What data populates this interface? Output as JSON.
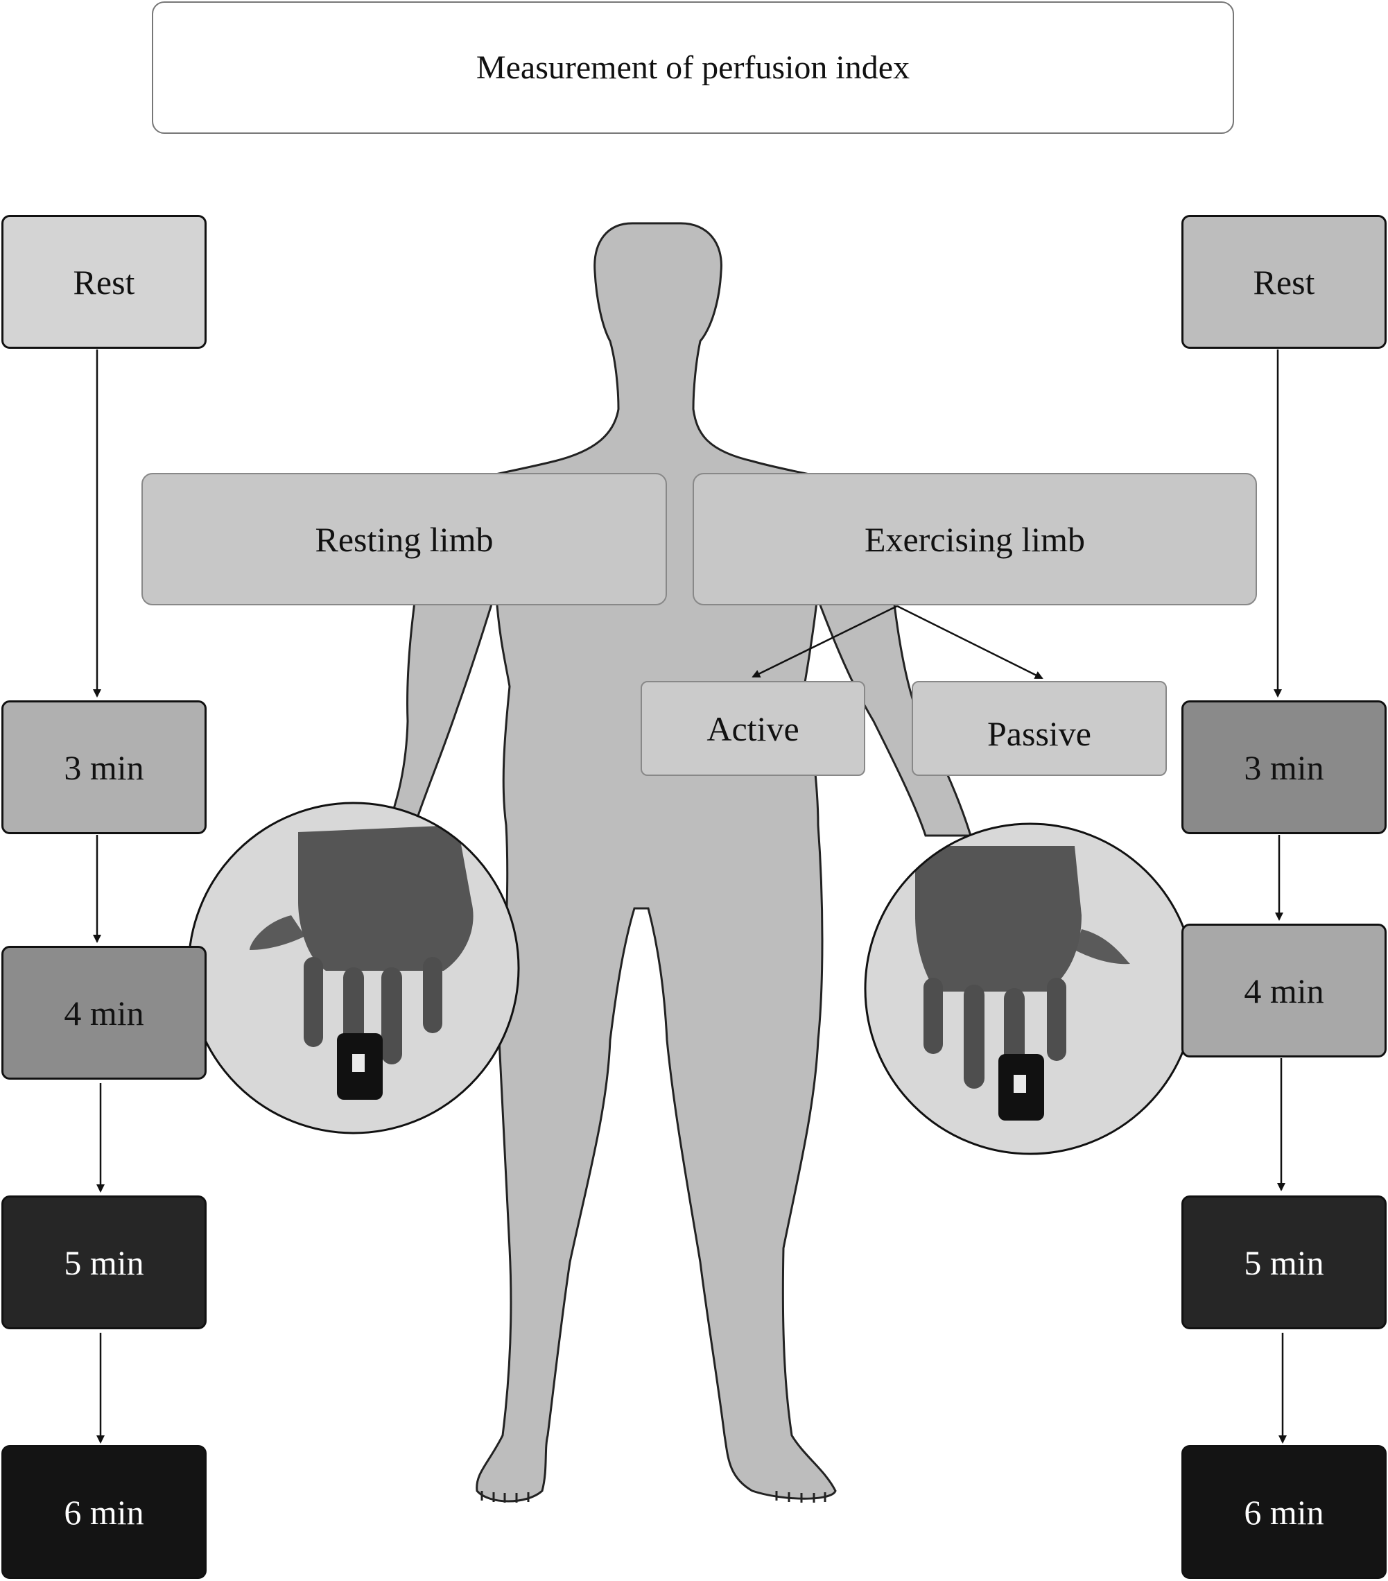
{
  "title": "Measurement of perfusion index",
  "left_column": {
    "steps": [
      "Rest",
      "3 min",
      "4 min",
      "5 min",
      "6 min"
    ]
  },
  "right_column": {
    "steps": [
      "Rest",
      "3 min",
      "4 min",
      "5 min",
      "6 min"
    ]
  },
  "limbs": {
    "resting": "Resting limb",
    "exercising": "Exercising limb"
  },
  "exercise_modes": {
    "active": "Active",
    "passive": "Passive"
  },
  "colors": {
    "background": "#ffffff",
    "body_silhouette": "#bdbdbd",
    "step_rest_left": "#d4d4d4",
    "step_rest_right": "#bdbdbd",
    "step_3min_left": "#b0b0b0",
    "step_3min_right": "#8a8a8a",
    "step_4min_left": "#8c8c8c",
    "step_4min_right": "#a8a8a8",
    "step_5min": "#262626",
    "step_6min": "#141414"
  },
  "icons": [
    "human-silhouette",
    "hand-with-pulse-oximeter-photo"
  ]
}
